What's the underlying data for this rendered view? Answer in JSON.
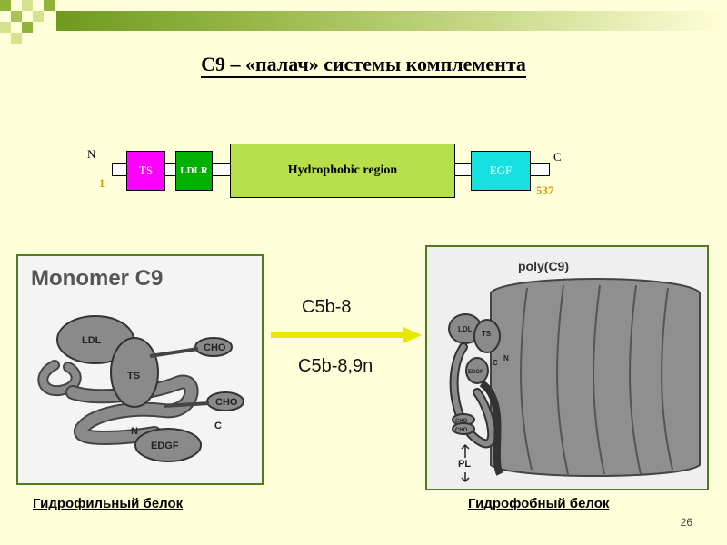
{
  "title": "C9 – «палач» системы комплемента",
  "domain_diagram": {
    "n_label": "N",
    "c_label": "C",
    "start_residue": "1",
    "end_residue": "537",
    "domains": [
      {
        "label": "TS",
        "color": "#ff00ff"
      },
      {
        "label": "LDLR",
        "color": "#00b000"
      },
      {
        "label": "Hydrophobic region",
        "color": "#b6e04a"
      },
      {
        "label": "EGF",
        "color": "#16e0e0"
      }
    ]
  },
  "monomer_figure": {
    "heading": "Monomer C9",
    "labels": {
      "ldl": "LDL",
      "ts": "TS",
      "cho1": "CHO",
      "cho2": "CHO",
      "n": "N",
      "c": "C",
      "egf": "EDGF"
    }
  },
  "polymer_figure": {
    "heading": "poly(C9)",
    "labels": {
      "ldl": "LDL",
      "ts": "TS",
      "egf": "EDGF",
      "c": "C",
      "n": "N",
      "cho1": "CHO",
      "cho2": "CHO",
      "pl": "PL"
    }
  },
  "reaction": {
    "top": "C5b-8",
    "bottom": "C5b-8,9n"
  },
  "captions": {
    "left": "Гидрофильный белок",
    "right": "Гидрофобный белок"
  },
  "page_number": "26",
  "colors": {
    "background": "#ffffd9",
    "panel_border": "#4f7a1e",
    "arrow": "#e8e800",
    "residue_numbers": "#d4a000"
  }
}
